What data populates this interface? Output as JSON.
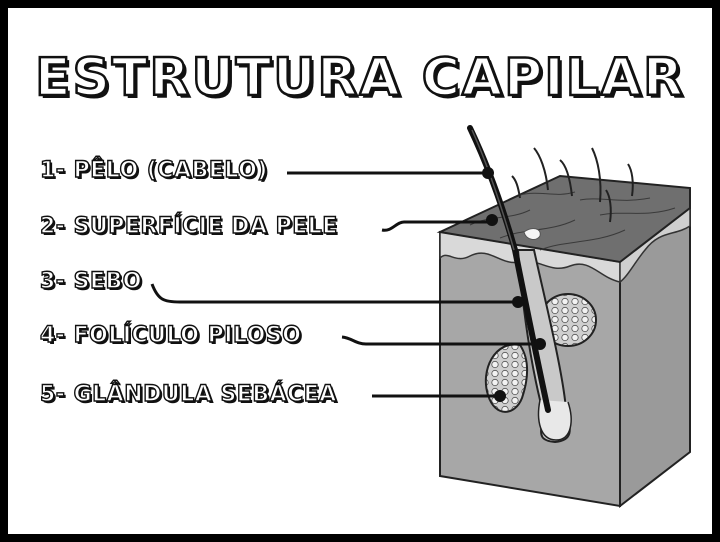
{
  "title": "ESTRUTURA CAPILAR",
  "labels": [
    "1- PÊLO (CABELO)",
    "2- SUPERFÍCIE DA PELE",
    "3- SEBO",
    "4- FOLÍCULO PILOSO",
    "5- GLÂNDULA SEBÁCEA"
  ]
}
